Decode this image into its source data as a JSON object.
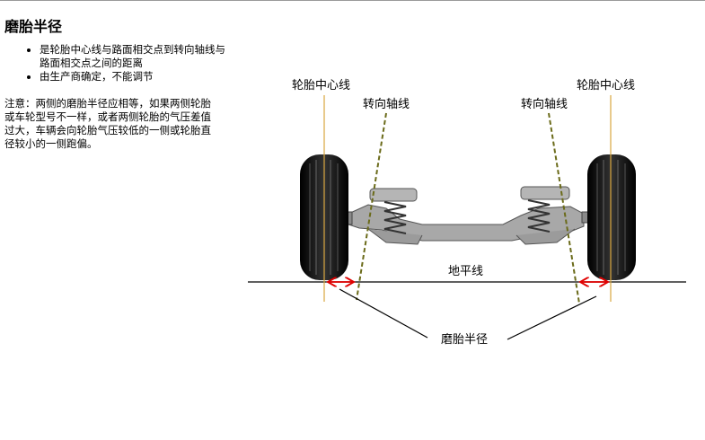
{
  "title": "磨胎半径",
  "points": [
    "是轮胎中心线与路面相交点到转向轴线与路面相交点之间的距离",
    "由生产商确定，不能调节"
  ],
  "note": "注意：两侧的磨胎半径应相等，如果两侧轮胎或车轮型号不一样，或者两侧轮胎的气压差值过大，车辆会向轮胎气压较低的一侧或轮胎直径较小的一侧跑偏。",
  "diagram": {
    "tire_centerline_left": "轮胎中心线",
    "tire_centerline_right": "轮胎中心线",
    "steering_axis_left": "转向轴线",
    "steering_axis_right": "转向轴线",
    "ground_line": "地平线",
    "scrub_radius": "磨胎半径"
  },
  "colors": {
    "centerline": "#d9a640",
    "steering_axis": "#6b6b1a",
    "arrow": "#e00000",
    "tire": "#111111",
    "axle": "#9a9a9a"
  }
}
